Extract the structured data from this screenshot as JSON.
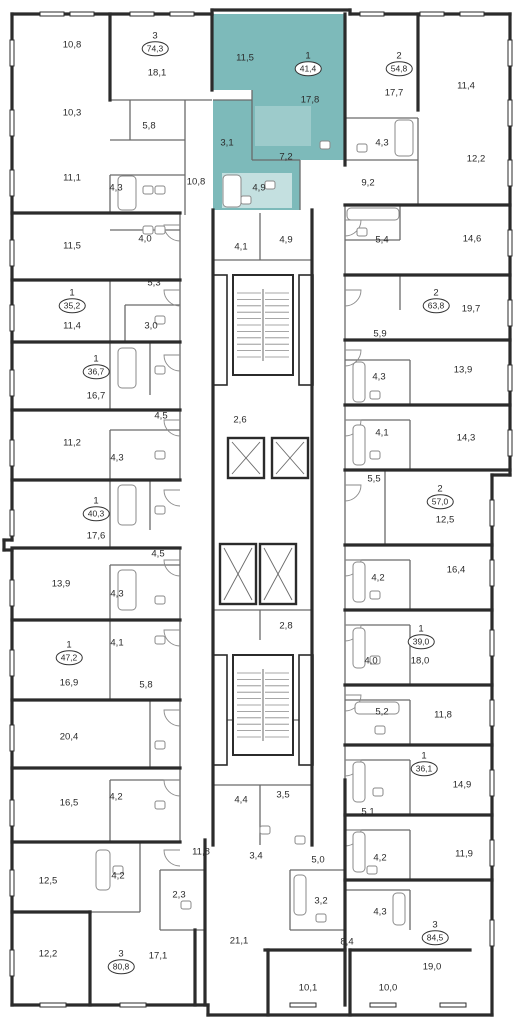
{
  "colors": {
    "wall": "#2b2b2b",
    "thin": "#6a6a6a",
    "fixture": "#8a8a8a",
    "highlight": "#6fb3b3",
    "highlight_fill": "#cfe7e6",
    "background": "#ffffff"
  },
  "apartments": [
    {
      "id": "a1",
      "rooms": "3",
      "area": "74,3",
      "highlighted": false
    },
    {
      "id": "a2",
      "rooms": "1",
      "area": "41,4",
      "highlighted": true
    },
    {
      "id": "a3",
      "rooms": "2",
      "area": "54,8",
      "highlighted": false
    },
    {
      "id": "a4",
      "rooms": "1",
      "area": "35,2",
      "highlighted": false
    },
    {
      "id": "a5",
      "rooms": "2",
      "area": "63,8",
      "highlighted": false
    },
    {
      "id": "a6",
      "rooms": "1",
      "area": "36,7",
      "highlighted": false
    },
    {
      "id": "a7",
      "rooms": "1",
      "area": "40,3",
      "highlighted": false
    },
    {
      "id": "a8",
      "rooms": "2",
      "area": "57,0",
      "highlighted": false
    },
    {
      "id": "a9",
      "rooms": "1",
      "area": "47,2",
      "highlighted": false
    },
    {
      "id": "a10",
      "rooms": "1",
      "area": "39,0",
      "highlighted": false
    },
    {
      "id": "a11",
      "rooms": "1",
      "area": "36,1",
      "highlighted": false
    },
    {
      "id": "a12",
      "rooms": "3",
      "area": "80,8",
      "highlighted": false
    },
    {
      "id": "a13",
      "rooms": "3",
      "area": "84,5",
      "highlighted": false
    }
  ],
  "rooms": [
    "10,8",
    "18,1",
    "11,5",
    "17,8",
    "17,7",
    "11,4",
    "10,3",
    "5,8",
    "3,1",
    "7,2",
    "4,3",
    "12,2",
    "11,1",
    "4,3",
    "10,8",
    "4,9",
    "9,2",
    "4,0",
    "5,4",
    "14,6",
    "11,5",
    "4,1",
    "4,9",
    "5,3",
    "19,7",
    "11,4",
    "3,0",
    "5,9",
    "16,7",
    "13,9",
    "4,3",
    "4,5",
    "4,1",
    "2,6",
    "11,2",
    "4,3",
    "14,3",
    "5,5",
    "17,6",
    "12,5",
    "4,5",
    "16,4",
    "4,2",
    "13,9",
    "4,3",
    "2,8",
    "4,1",
    "18,0",
    "4,0",
    "16,9",
    "5,8",
    "5,2",
    "11,8",
    "20,4",
    "14,9",
    "4,2",
    "16,5",
    "4,4",
    "3,5",
    "5,1",
    "11,8",
    "4,2",
    "11,9",
    "3,4",
    "5,0",
    "12,5",
    "4,2",
    "2,3",
    "3,2",
    "4,3",
    "21,1",
    "12,2",
    "17,1",
    "8,4",
    "19,0",
    "10,1",
    "10,0"
  ]
}
